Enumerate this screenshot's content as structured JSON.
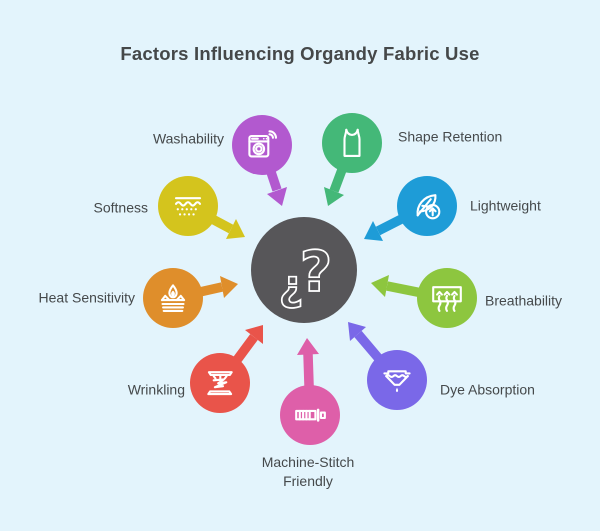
{
  "title": "Factors Influencing Organdy Fabric Use",
  "background": "#e3f4fc",
  "center": {
    "glyph_inverted": "¿",
    "glyph_question": "?",
    "color": "#575659",
    "icon": "question-marks-icon"
  },
  "factors": [
    {
      "label": "Washability",
      "color": "#b259cf",
      "icon": "washing-machine-icon"
    },
    {
      "label": "Shape Retention",
      "color": "#44b878",
      "icon": "tank-top-icon"
    },
    {
      "label": "Lightweight",
      "color": "#1e9cd7",
      "icon": "feather-lightweight-icon"
    },
    {
      "label": "Breathability",
      "color": "#8dc63f",
      "icon": "airflow-icon"
    },
    {
      "label": "Dye Absorption",
      "color": "#7a68e8",
      "icon": "dye-funnel-icon"
    },
    {
      "label": "Machine-Stitch Friendly",
      "color": "#de5fa9",
      "icon": "stitch-seam-icon"
    },
    {
      "label": "Wrinkling",
      "color": "#e9544a",
      "icon": "wrinkled-fabric-icon"
    },
    {
      "label": "Heat Sensitivity",
      "color": "#df8e2b",
      "icon": "flame-fabric-icon"
    },
    {
      "label": "Softness",
      "color": "#d4c41d",
      "icon": "soft-surface-icon"
    }
  ]
}
